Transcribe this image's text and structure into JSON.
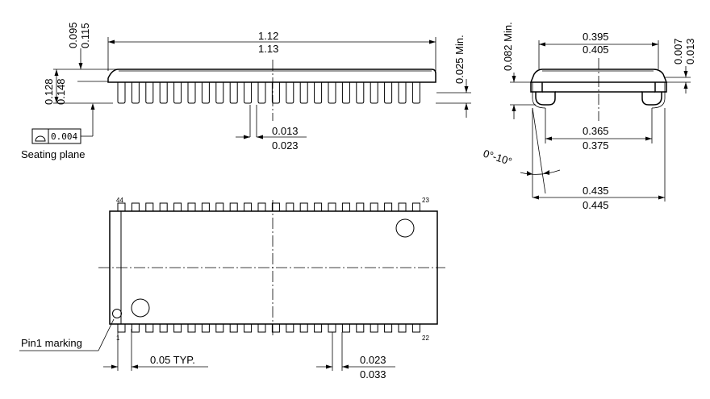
{
  "side_view": {
    "length_min": "1.12",
    "length_max": "1.13",
    "lead_top_min": "0.095",
    "lead_top_max": "0.115",
    "standoff_min": "0.025 Min.",
    "thickness_min": "0.128",
    "thickness_max": "0.148",
    "lead_width_min": "0.013",
    "lead_width_max": "0.023",
    "flatness_symbol": "⌓",
    "flatness_value": "0.004",
    "seating_plane_label": "Seating plane"
  },
  "end_view": {
    "height_min": "0.082 Min.",
    "body_width_min": "0.395",
    "body_width_max": "0.405",
    "lead_thick_min": "0.007",
    "lead_thick_max": "0.013",
    "inner_span_min": "0.365",
    "inner_span_max": "0.375",
    "angle_label": "0°-10°",
    "outer_span_min": "0.435",
    "outer_span_max": "0.445"
  },
  "top_view": {
    "pin_top_left": "44",
    "pin_top_right": "23",
    "pin_bottom_left": "1",
    "pin_bottom_right": "22",
    "pin1_label": "Pin1 marking",
    "pitch_label": "0.05 TYP.",
    "pad_width_min": "0.023",
    "pad_width_max": "0.033"
  }
}
